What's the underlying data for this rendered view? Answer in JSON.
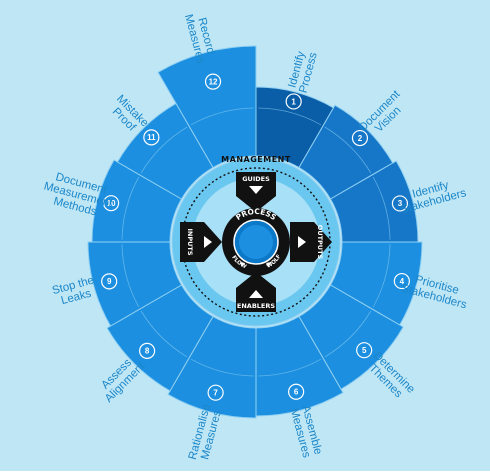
{
  "background_color": "#bfe6f5",
  "colors": {
    "wheel_light": "#1c8fe0",
    "wheel_mid": "#1677c9",
    "wheel_dark": "#0a5ea8",
    "divider": "#8fd0f2",
    "label": "#1b87c9",
    "inner_ring": "#6ac7ef",
    "core": "#0b78c8",
    "black": "#111111",
    "white": "#ffffff"
  },
  "segments": [
    {
      "number": "1",
      "label": [
        "Identify",
        "Process"
      ]
    },
    {
      "number": "2",
      "label": [
        "Document",
        "Vision"
      ]
    },
    {
      "number": "3",
      "label": [
        "Identify",
        "Stakeholders"
      ]
    },
    {
      "number": "4",
      "label": [
        "Prioritise",
        "Stakeholders"
      ]
    },
    {
      "number": "5",
      "label": [
        "Determine",
        "Themes"
      ]
    },
    {
      "number": "6",
      "label": [
        "Assemble",
        "Measures"
      ]
    },
    {
      "number": "7",
      "label": [
        "Rationalise",
        "Measures"
      ]
    },
    {
      "number": "8",
      "label": [
        "Assess",
        "Alignment"
      ]
    },
    {
      "number": "9",
      "label": [
        "Stop the",
        "Leaks"
      ]
    },
    {
      "number": "10",
      "label": [
        "Document",
        "Measurement",
        "Methods"
      ]
    },
    {
      "number": "11",
      "label": [
        "Mistake",
        "Proof"
      ]
    },
    {
      "number": "12",
      "label": [
        "Record",
        "Measures"
      ]
    }
  ],
  "center": {
    "management": "MANAGEMENT",
    "guides": "GUIDES",
    "inputs": "INPUTS",
    "outputs": "OUTPUTS",
    "enablers": "ENABLERS",
    "process": "PROCESS",
    "flow": "FLOW",
    "flow_reverse": "WOLF"
  }
}
